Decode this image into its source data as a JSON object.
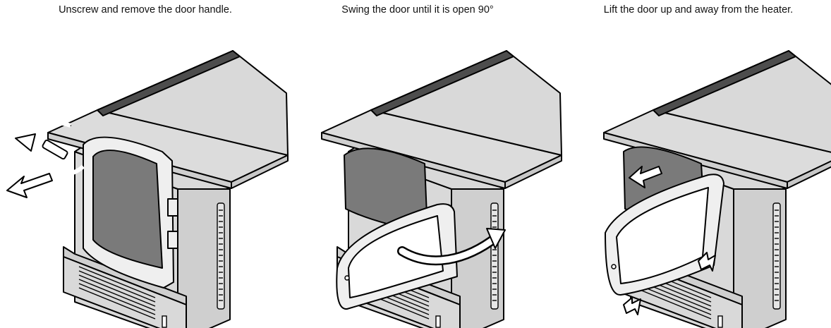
{
  "steps": [
    {
      "caption": "Unscrew and remove the door handle."
    },
    {
      "caption": "Swing the door until it is open 90°"
    },
    {
      "caption": "Lift the door up and away from the heater."
    }
  ],
  "colors": {
    "outline": "#000000",
    "panel": "#d9d9d9",
    "panel_side": "#cfcfcf",
    "window": "#7a7a7a",
    "trim": "#4d4d4d",
    "arrow": "#ffffff"
  }
}
